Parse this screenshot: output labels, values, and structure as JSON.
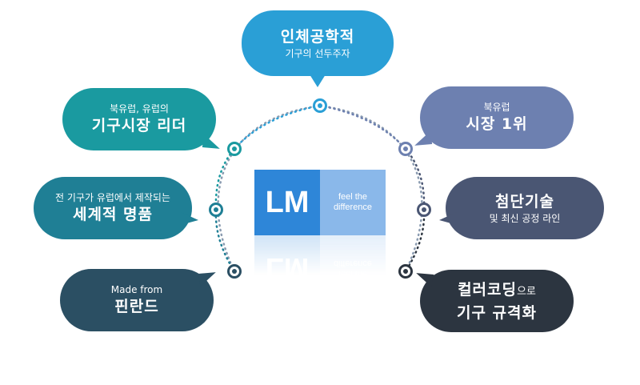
{
  "center": {
    "logo_text": "LM",
    "tagline_1": "feel the",
    "tagline_2": "difference"
  },
  "bubbles": {
    "top": {
      "small": "기구의 선두주자",
      "big": "인체공학적",
      "color": "#2a9fd6"
    },
    "left1": {
      "small": "북유럽, 유럽의",
      "big": "기구시장 리더",
      "color": "#1a9aa0"
    },
    "left2": {
      "small": "전 기구가 유럽에서 제작되는",
      "big": "세계적 명품",
      "color": "#1f7f95"
    },
    "left3": {
      "small": "Made from",
      "big": "핀란드",
      "color": "#2b4f63"
    },
    "right1": {
      "small": "북유럽",
      "big": "시장 1위",
      "color": "#6d80b0"
    },
    "right2": {
      "small": "및 최신 공정 라인",
      "big": "첨단기술",
      "color": "#4a5673"
    },
    "right3": {
      "big_a": "컬러코딩",
      "big_a_suffix": "으로",
      "big_b": "기구 규격화",
      "color": "#2c3540"
    }
  }
}
